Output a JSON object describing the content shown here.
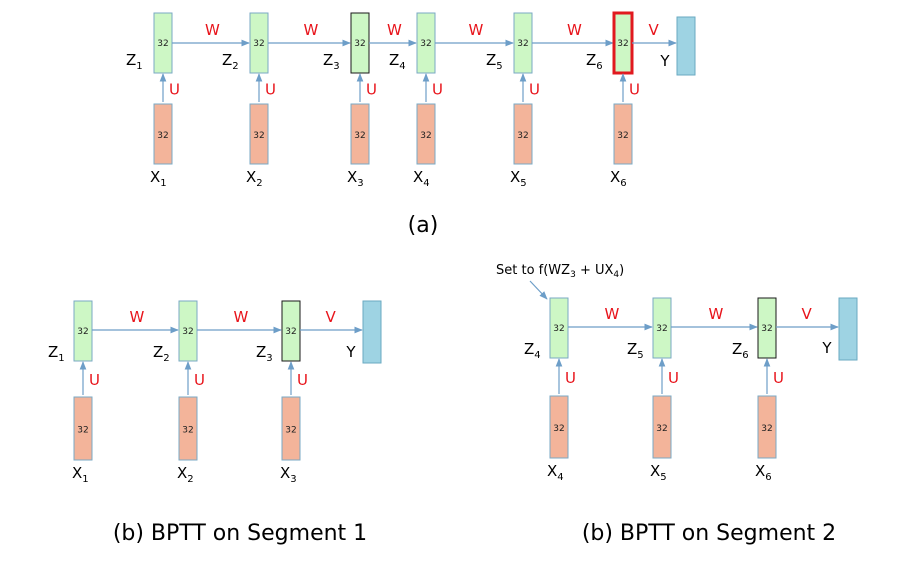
{
  "colors": {
    "hidden_fill": "#cdf7c5",
    "hidden_stroke": "#7aa9c4",
    "hidden_stroke_dark": "#1a1a1a",
    "input_fill": "#f3b49a",
    "input_stroke": "#7aa9c4",
    "output_fill": "#9ed3e3",
    "output_stroke": "#6aa9c2",
    "arrow": "#6d9ec8",
    "highlight": "#e1191f",
    "weight_text": "#e8141b"
  },
  "unit_size": "32",
  "weights": {
    "recurrent": "W",
    "input": "U",
    "output": "V"
  },
  "output_label": "Y",
  "panel_a": {
    "caption": "(a)",
    "hidden": [
      {
        "name": "Z",
        "sub": "1"
      },
      {
        "name": "Z",
        "sub": "2"
      },
      {
        "name": "Z",
        "sub": "3"
      },
      {
        "name": "Z",
        "sub": "4"
      },
      {
        "name": "Z",
        "sub": "5"
      },
      {
        "name": "Z",
        "sub": "6"
      }
    ],
    "inputs": [
      {
        "name": "X",
        "sub": "1"
      },
      {
        "name": "X",
        "sub": "2"
      },
      {
        "name": "X",
        "sub": "3"
      },
      {
        "name": "X",
        "sub": "4"
      },
      {
        "name": "X",
        "sub": "5"
      },
      {
        "name": "X",
        "sub": "6"
      }
    ]
  },
  "panel_b1": {
    "caption": "(b) BPTT on Segment 1",
    "hidden": [
      {
        "name": "Z",
        "sub": "1"
      },
      {
        "name": "Z",
        "sub": "2"
      },
      {
        "name": "Z",
        "sub": "3"
      }
    ],
    "inputs": [
      {
        "name": "X",
        "sub": "1"
      },
      {
        "name": "X",
        "sub": "2"
      },
      {
        "name": "X",
        "sub": "3"
      }
    ]
  },
  "panel_b2": {
    "caption": "(b) BPTT on Segment 2",
    "hidden": [
      {
        "name": "Z",
        "sub": "4"
      },
      {
        "name": "Z",
        "sub": "5"
      },
      {
        "name": "Z",
        "sub": "6"
      }
    ],
    "inputs": [
      {
        "name": "X",
        "sub": "4"
      },
      {
        "name": "X",
        "sub": "5"
      },
      {
        "name": "X",
        "sub": "6"
      }
    ],
    "annotation": {
      "prefix": "Set to f(WZ",
      "sub1": "3",
      "middle": " + UX",
      "sub2": "4",
      "suffix": ")"
    }
  }
}
